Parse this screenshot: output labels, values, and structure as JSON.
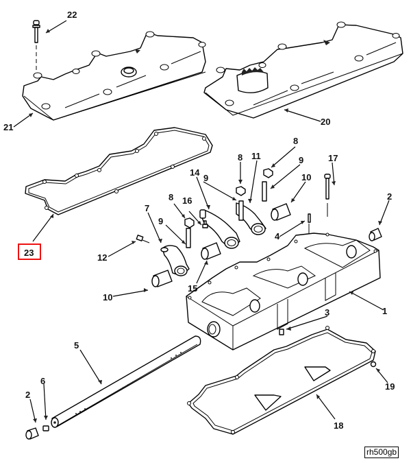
{
  "figure_id": "rh500gb",
  "highlight_color": "#ee1111",
  "highlighted_callout": "23",
  "callouts": [
    {
      "id": "c22",
      "label": "22",
      "part": "cover-bolt"
    },
    {
      "id": "c21",
      "label": "21",
      "part": "rocker-cover-left"
    },
    {
      "id": "c20",
      "label": "20",
      "part": "rocker-cover-right-with-breather"
    },
    {
      "id": "c23",
      "label": "23",
      "part": "rocker-cover-gasket"
    },
    {
      "id": "c14",
      "label": "14",
      "part": "rocker-arm"
    },
    {
      "id": "c8a",
      "label": "8",
      "part": "nut"
    },
    {
      "id": "c11",
      "label": "11",
      "part": "rocker-arm"
    },
    {
      "id": "c8b",
      "label": "8",
      "part": "nut"
    },
    {
      "id": "c9a",
      "label": "9",
      "part": "adjusting-screw"
    },
    {
      "id": "c17",
      "label": "17",
      "part": "housing-bolt"
    },
    {
      "id": "c10a",
      "label": "10",
      "part": "bushing"
    },
    {
      "id": "c2a",
      "label": "2",
      "part": "plug"
    },
    {
      "id": "c9b",
      "label": "9",
      "part": "adjusting-screw"
    },
    {
      "id": "c16",
      "label": "16",
      "part": "screw"
    },
    {
      "id": "c8c",
      "label": "8",
      "part": "nut"
    },
    {
      "id": "c7",
      "label": "7",
      "part": "rocker-arm"
    },
    {
      "id": "c9c",
      "label": "9",
      "part": "adjusting-screw"
    },
    {
      "id": "c4",
      "label": "4",
      "part": "dowel-pin"
    },
    {
      "id": "c12",
      "label": "12",
      "part": "screw"
    },
    {
      "id": "c15",
      "label": "15",
      "part": "bushing"
    },
    {
      "id": "c10b",
      "label": "10",
      "part": "bushing"
    },
    {
      "id": "c1",
      "label": "1",
      "part": "rocker-housing"
    },
    {
      "id": "c3",
      "label": "3",
      "part": "set-screw"
    },
    {
      "id": "c5",
      "label": "5",
      "part": "rocker-shaft"
    },
    {
      "id": "c6",
      "label": "6",
      "part": "plug"
    },
    {
      "id": "c2b",
      "label": "2",
      "part": "plug"
    },
    {
      "id": "c19",
      "label": "19",
      "part": "o-ring"
    },
    {
      "id": "c18",
      "label": "18",
      "part": "housing-gasket"
    }
  ]
}
